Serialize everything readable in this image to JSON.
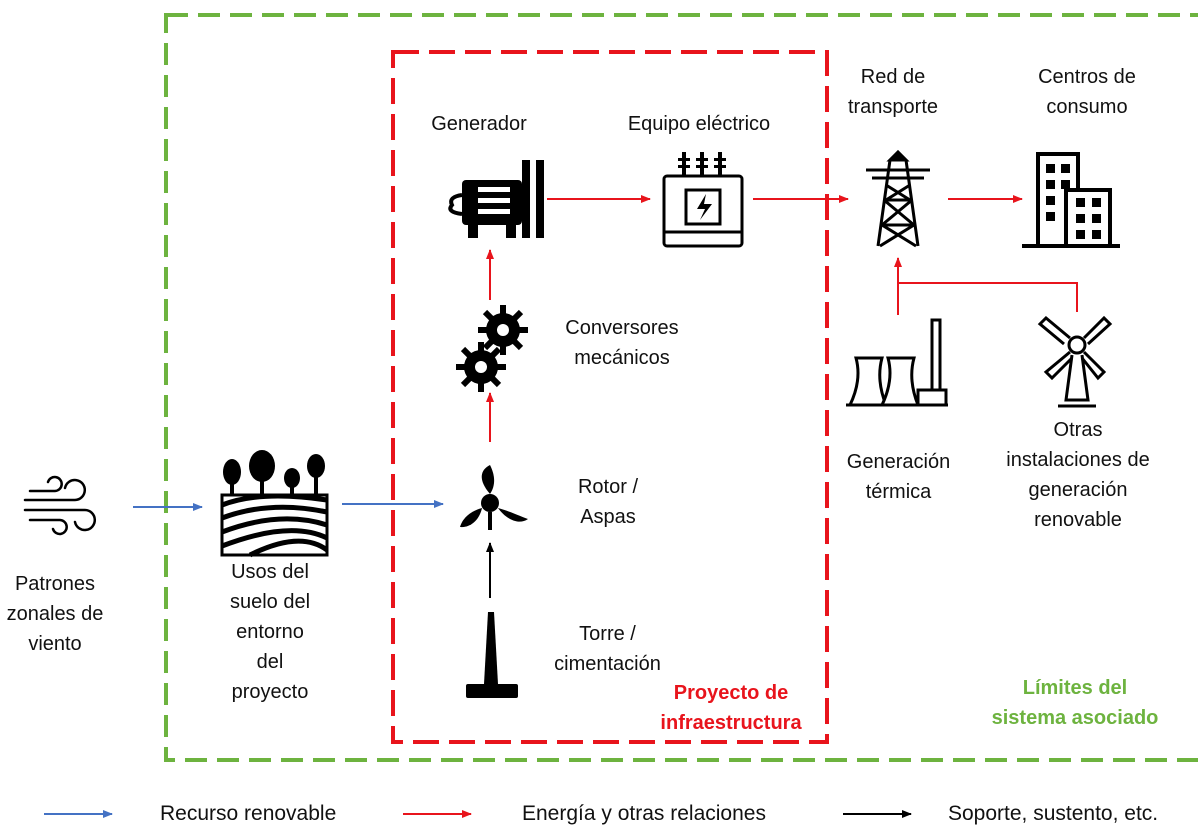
{
  "nodes": {
    "wind": {
      "label": "Patrones\nzonales de\nviento",
      "icon": "wind-icon"
    },
    "land": {
      "label": "Usos del\nsuelo del\nentorno\ndel\nproyecto",
      "icon": "landscape-trees-icon"
    },
    "rotor": {
      "label": "Rotor /\nAspas",
      "icon": "wind-turbine-rotor-icon"
    },
    "tower": {
      "label": "Torre /\ncimentación",
      "icon": "tower-foundation-icon"
    },
    "gears": {
      "label": "Conversores\nmecánicos",
      "icon": "gears-icon"
    },
    "generator": {
      "label": "Generador",
      "icon": "generator-icon"
    },
    "equipment": {
      "label": "Equipo eléctrico",
      "icon": "transformer-icon"
    },
    "grid": {
      "label": "Red de\ntransporte",
      "icon": "transmission-tower-icon"
    },
    "consumption": {
      "label": "Centros de\nconsumo",
      "icon": "buildings-icon"
    },
    "thermal": {
      "label": "Generación\ntérmica",
      "icon": "thermal-plant-icon"
    },
    "renewable": {
      "label": "Otras\ninstalaciones de\ngeneración\nrenovable",
      "icon": "windmill-icon"
    }
  },
  "boundaries": {
    "project": {
      "label": "Proyecto de\ninfraestructura",
      "color": "#e8141c"
    },
    "system": {
      "label": "Límites  del\nsistema asociado",
      "color": "#6db33f"
    }
  },
  "legend": {
    "renewable": {
      "label": "Recurso renovable",
      "color": "#4472c4"
    },
    "energy": {
      "label": "Energía y otras relaciones",
      "color": "#e8141c"
    },
    "support": {
      "label": "Soporte, sustento, etc.",
      "color": "#000000"
    }
  }
}
